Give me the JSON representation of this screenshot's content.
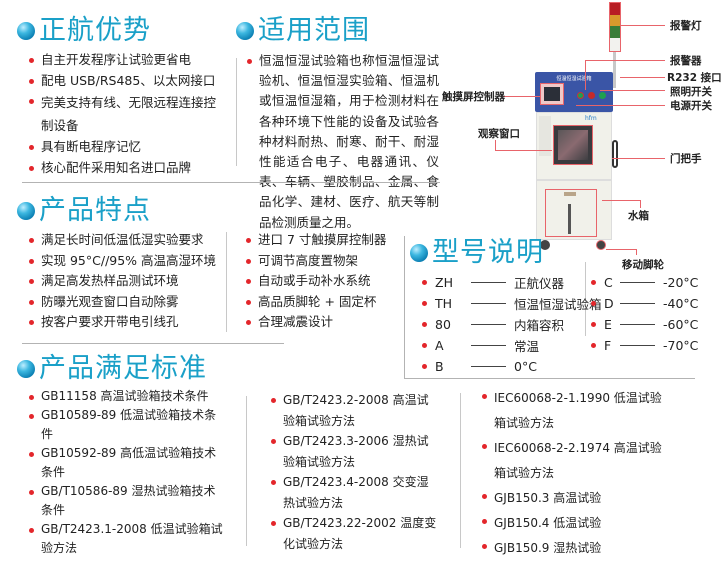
{
  "advantages": {
    "title": "正航优势",
    "items": [
      "自主开发程序让试验更省电",
      "配电 USB/RS485、以太网接口",
      "完美支持有线、无限远程连接控制设备",
      "具有断电程序记忆",
      "核心配件采用知名进口品牌"
    ]
  },
  "scope": {
    "title": "适用范围",
    "text": "恒温恒湿试验箱也称恒温恒湿试验机、恒温恒湿实验箱、恒温机或恒温恒湿箱，用于检测材料在各种环境下性能的设备及试验各种材料耐热、耐寒、耐干、耐湿性能适合电子、电器通讯、仪表、车辆、塑胶制品、金属、食品化学、建材、医疗、航天等制品检测质量之用。"
  },
  "machine": {
    "panel_label": "恒温恒湿试验箱",
    "brand": "hfm",
    "callouts": {
      "alarm_light": "报警灯",
      "alarm": "报警器",
      "r232": "R232 接口",
      "light_switch": "照明开关",
      "power_switch": "电源开关",
      "touch_controller": "触摸屏控制器",
      "window": "观察窗口",
      "door_handle": "门把手",
      "water_tank": "水箱",
      "caster": "移动脚轮"
    }
  },
  "features": {
    "title": "产品特点",
    "left": [
      "满足长时间低温低湿实验要求",
      "实现 95°C//95% 高温高湿环境",
      "满足高发热样品测试环境",
      "防曝光观查窗口自动除雾",
      "按客户要求开带电引线孔"
    ],
    "right": [
      "进口 7 寸触摸屏控制器",
      "可调节高度置物架",
      "自动或手动补水系统",
      "高品质脚轮 + 固定杯",
      "合理减震设计"
    ]
  },
  "model": {
    "title": "型号说明",
    "left": [
      {
        "code": "ZH",
        "meaning": "正航仪器"
      },
      {
        "code": "TH",
        "meaning": "恒温恒湿试验箱"
      },
      {
        "code": "80",
        "meaning": "内箱容积"
      },
      {
        "code": "A",
        "meaning": "常温"
      },
      {
        "code": "B",
        "meaning": "0°C"
      }
    ],
    "right": [
      {
        "code": "C",
        "meaning": "-20°C"
      },
      {
        "code": "D",
        "meaning": "-40°C"
      },
      {
        "code": "E",
        "meaning": "-60°C"
      },
      {
        "code": "F",
        "meaning": "-70°C"
      }
    ]
  },
  "standards": {
    "title": "产品满足标准",
    "col1": [
      "GB11158 高温试验箱技术条件",
      "GB10589-89 低温试验箱技术条件",
      "GB10592-89 高低温试验箱技术条件",
      "GB/T10586-89 湿热试验箱技术条件",
      "GB/T2423.1-2008 低温试验箱试验方法"
    ],
    "col2": [
      "GB/T2423.2-2008 高温试验箱试验方法",
      "GB/T2423.3-2006 湿热试验箱试验方法",
      "GB/T2423.4-2008 交变湿热试验方法",
      "GB/T2423.22-2002 温度变化试验方法"
    ],
    "col3": [
      "IEC60068-2-1.1990 低温试验箱试验方法",
      "IEC60068-2-2.1974 高温试验箱试验方法",
      "GJB150.3 高温试验",
      "GJB150.4 低温试验",
      "GJB150.9 湿热试验"
    ]
  }
}
